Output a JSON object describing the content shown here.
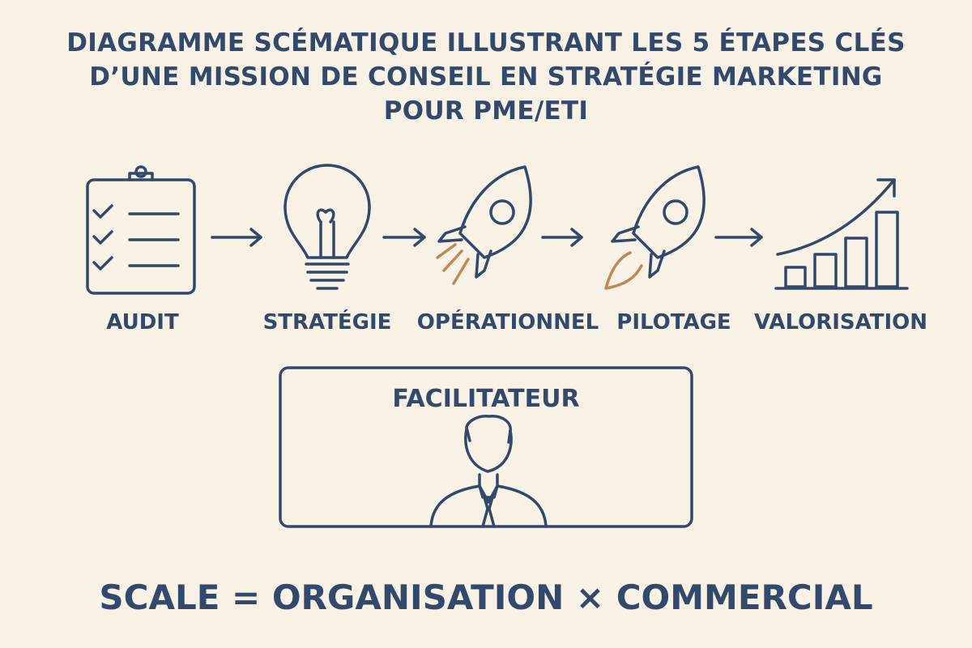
{
  "title": {
    "line1": "DIAGRAMME SCÉMATIQUE ILLUSTRANT LES 5 ÉTAPES CLÉS",
    "line2": "D’UNE MISSION DE CONSEIL EN STRATÉGIE MARKETING",
    "line3": "POUR PME/ETI"
  },
  "steps": [
    {
      "label": "AUDIT",
      "icon": "clipboard-checklist-icon"
    },
    {
      "label": "STRATÉGIE",
      "icon": "lightbulb-icon"
    },
    {
      "label": "OPÉRATIONNEL",
      "icon": "rocket-icon"
    },
    {
      "label": "PILOTAGE",
      "icon": "rocket-icon"
    },
    {
      "label": "VALORISATION",
      "icon": "growth-chart-icon"
    }
  ],
  "facilitator": {
    "title": "FACILITATEUR",
    "icon": "person-icon"
  },
  "formula": "SCALE = ORGANISATION × COMMERCIAL",
  "colors": {
    "background": "#f8f1e6",
    "ink": "#33496b",
    "flame": "#c08a55"
  }
}
